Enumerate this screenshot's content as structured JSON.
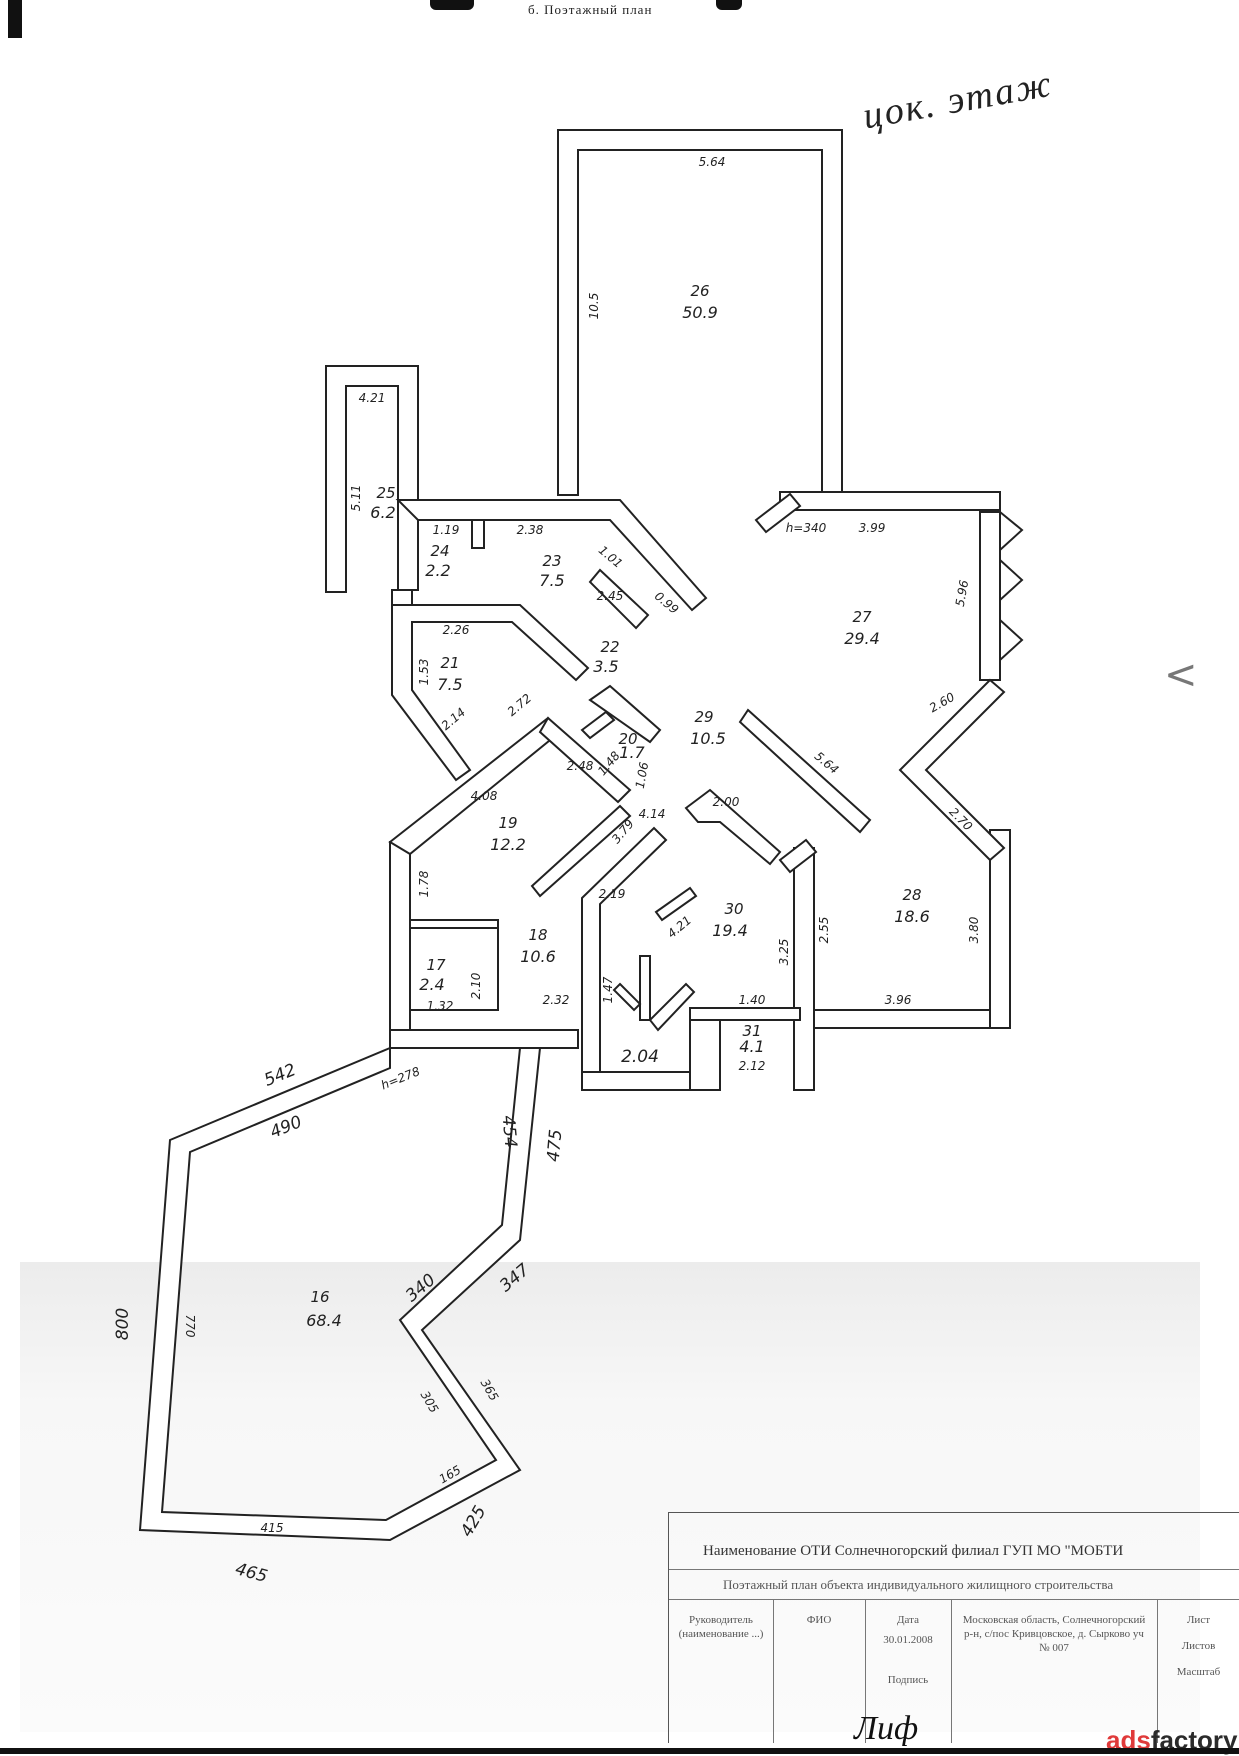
{
  "header": {
    "top_caption": "б. Поэтажный план",
    "handwritten_note": "цок. этаж"
  },
  "side_mark": "<",
  "rooms": [
    {
      "num": "26",
      "area": "50.9"
    },
    {
      "num": "25",
      "area": "6.2"
    },
    {
      "num": "24",
      "area": "2.2"
    },
    {
      "num": "23",
      "area": "7.5"
    },
    {
      "num": "22",
      "area": "3.5"
    },
    {
      "num": "21",
      "area": "7.5"
    },
    {
      "num": "27",
      "area": "29.4"
    },
    {
      "num": "29",
      "area": "10.5"
    },
    {
      "num": "20",
      "area": "1.7"
    },
    {
      "num": "19",
      "area": "12.2"
    },
    {
      "num": "18",
      "area": "10.6"
    },
    {
      "num": "17",
      "area": "2.4"
    },
    {
      "num": "30",
      "area": "19.4"
    },
    {
      "num": "28",
      "area": "18.6"
    },
    {
      "num": "31",
      "area": "4.1"
    },
    {
      "num": "16",
      "area": "68.4"
    }
  ],
  "dimensions": {
    "d_564": "5.64",
    "d_1005": "10.5",
    "d_421": "4.21",
    "d_511": "5.11",
    "d_119": "1.19",
    "d_238": "2.38",
    "d_245": "2.45",
    "d_101": "1.01",
    "d_099": "0.99",
    "d_226": "2.26",
    "d_153": "1.53",
    "d_214": "2.14",
    "d_272": "2.72",
    "d_h340": "h=340",
    "d_399": "3.99",
    "d_596": "5.96",
    "d_260": "2.60",
    "d_564b": "5.64",
    "d_270": "2.70",
    "d_148": "1.48",
    "d_106": "1.06",
    "d_248": "2.48",
    "d_408": "4.08",
    "d_178": "1.78",
    "d_200": "2.00",
    "d_414": "4.14",
    "d_379": "3.79",
    "d_219": "2.19",
    "d_421b": "4.21",
    "d_325": "3.25",
    "d_380": "3.80",
    "d_396": "3.96",
    "d_255": "2.55",
    "d_147": "1.47",
    "d_132": "1.32",
    "d_210": "2.10",
    "d_232": "2.32",
    "d_204": "2.04",
    "d_212": "2.12",
    "d_140": "1.40",
    "d_542": "542",
    "d_h278": "h=278",
    "d_490": "490",
    "d_454": "454",
    "d_475": "475",
    "d_800": "800",
    "d_770": "770",
    "d_340": "340",
    "d_347": "347",
    "d_305": "305",
    "d_365": "365",
    "d_165": "165",
    "d_415": "415",
    "d_425": "425",
    "d_465": "465"
  },
  "title_block": {
    "title": "Наименование ОТИ Солнечногорский филиал ГУП МО \"МОБТИ",
    "subtitle": "Поэтажный план объекта индивидуального жилищного строительства",
    "col_head": "Руководитель (наименование ...)",
    "col_fio": "ФИО",
    "col_date_label": "Дата",
    "col_date": "30.01.2008",
    "col_sign_label": "Подпись",
    "col_address": "Московская область, Солнечногорский р-н, с/пос Кривцовское, д. Сырково уч № 007",
    "col_sheet": "Лист",
    "col_sheets": "Листов",
    "col_scale": "Масштаб"
  },
  "signature_text": "Лиф",
  "watermark": {
    "part1": "ads",
    "part2": "factory"
  }
}
